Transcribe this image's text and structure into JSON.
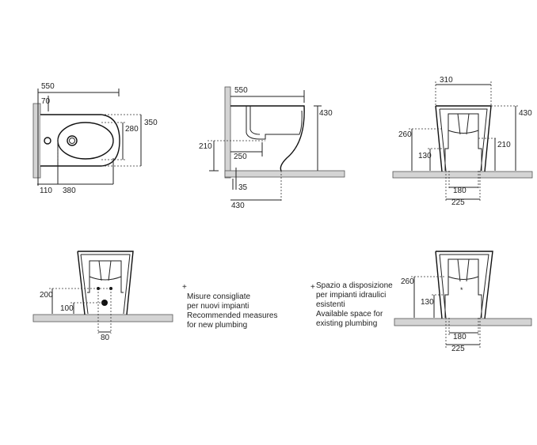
{
  "top_view": {
    "d_550": "550",
    "d_70": "70",
    "d_350": "350",
    "d_280": "280",
    "d_110": "110",
    "d_380": "380"
  },
  "side_view": {
    "d_550": "550",
    "d_430": "430",
    "d_210": "210",
    "d_250": "250",
    "d_35": "35",
    "d_430b": "430"
  },
  "front_view": {
    "d_310": "310",
    "d_430": "430",
    "d_260": "260",
    "d_130": "130",
    "d_210": "210",
    "d_180": "180",
    "d_225": "225"
  },
  "new_plumbing_view": {
    "d_200": "200",
    "d_100": "100",
    "d_80": "80"
  },
  "existing_plumbing_view": {
    "d_260": "260",
    "d_130": "130",
    "d_180": "180",
    "d_225": "225"
  },
  "legend": {
    "new": {
      "marker": "+",
      "lines": [
        "Misure consigliate",
        "per nuovi impianti",
        "Recommended measures",
        "for new plumbing"
      ]
    },
    "existing": {
      "marker": "+",
      "lines": [
        "Spazio a disposizione",
        "per impianti idraulici",
        "esistenti",
        "Available space for",
        "existing plumbing"
      ]
    }
  }
}
